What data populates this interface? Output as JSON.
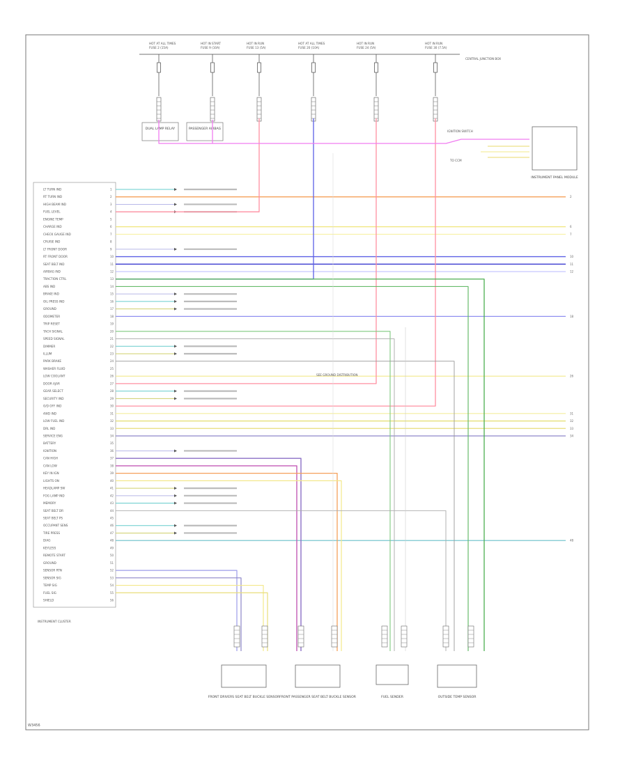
{
  "figure_id": "W3456",
  "cluster_label": "INSTRUMENT CLUSTER",
  "top_fuses": [
    "FUSE 2 (15A)",
    "FUSE 9 (10A)",
    "FUSE 13 (5A)",
    "FUSE 20 (10A)",
    "FUSE 24 (5A)",
    "FUSE 30 (7.5A)"
  ],
  "top_fuse_sources": [
    "HOT AT ALL TIMES",
    "HOT IN START",
    "HOT IN RUN",
    "HOT AT ALL TIMES",
    "HOT IN RUN",
    "HOT IN RUN"
  ],
  "top_box_caption": "CENTRAL JUNCTION BOX",
  "top_left_devices": [
    "DUAL LAMP RELAY",
    "PASSENGER AIRBAG"
  ],
  "right_module": "INSTRUMENT PANEL MODULE",
  "right_module_labels": [
    "IGNITION SWITCH",
    "TO CCM"
  ],
  "mid_note": "SEE GROUND DISTRIBUTION",
  "bottom_components": [
    "FRONT DRIVERS SEAT BELT BUCKLE SENSOR",
    "FRONT PASSENGER SEAT BELT BUCKLE SENSOR",
    "FUEL SENDER",
    "OUTSIDE TEMP SENSOR"
  ],
  "cluster_pins": [
    "LT TURN IND",
    "RT TURN IND",
    "HIGH BEAM IND",
    "FUEL LEVEL",
    "ENGINE TEMP",
    "CHARGE IND",
    "CHECK GAUGE IND",
    "CRUISE IND",
    "LT FRONT DOOR",
    "RT FRONT DOOR",
    "SEAT BELT IND",
    "AIRBAG IND",
    "TRACTION CTRL",
    "ABS IND",
    "BRAKE IND",
    "OIL PRESS IND",
    "GROUND",
    "ODOMETER",
    "TRIP RESET",
    "TACH SIGNAL",
    "SPEED SIGNAL",
    "DIMMER",
    "ILLUM",
    "PARK BRAKE",
    "WASHER FLUID",
    "LOW COOLANT",
    "DOOR AJAR",
    "GEAR SELECT",
    "SECURITY IND",
    "O/D OFF IND",
    "4WD IND",
    "LOW FUEL IND",
    "DRL IND",
    "SERVICE ENG",
    "BATTERY",
    "IGNITION",
    "CAN HIGH",
    "CAN LOW",
    "KEY IN IGN",
    "LIGHTS ON",
    "HEADLAMP SW",
    "FOG LAMP IND",
    "MEMORY",
    "SEAT BELT DR",
    "SEAT BELT PS",
    "OCCUPANT SENS",
    "TIRE PRESS",
    "DIAG",
    "KEYLESS",
    "REMOTE START",
    "GROUND",
    "SENSOR RTN",
    "SENSOR SIG",
    "TEMP SIG",
    "FUEL SIG",
    "SHIELD"
  ]
}
